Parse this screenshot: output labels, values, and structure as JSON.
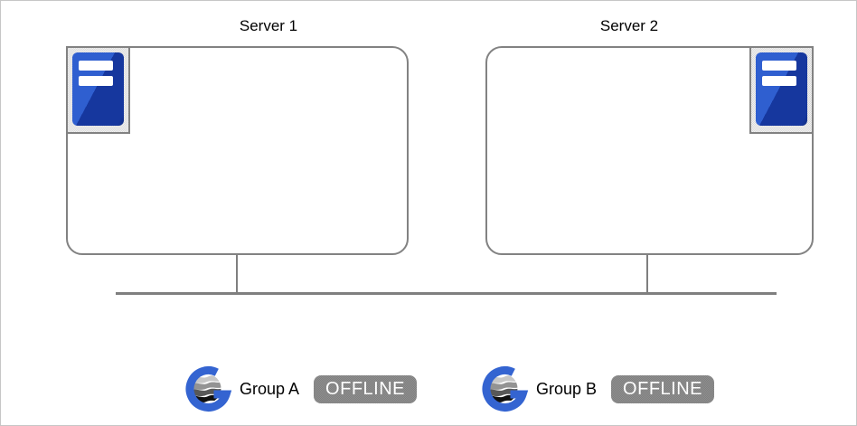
{
  "diagram": {
    "type": "cluster-status",
    "servers": [
      {
        "label": "Server 1"
      },
      {
        "label": "Server 2"
      }
    ],
    "groups": [
      {
        "label": "Group A",
        "status": "OFFLINE"
      },
      {
        "label": "Group B",
        "status": "OFFLINE"
      }
    ],
    "icons": {
      "server": "server-tower-icon",
      "group": "group-globe-g-logo"
    },
    "colors": {
      "box_border": "#828282",
      "line_gray": "#7f7f7f",
      "server_blue_light": "#2f5fd0",
      "server_blue_dark": "#16379e",
      "logo_blue": "#3464d1",
      "badge_bg": "#878787",
      "badge_text": "#ffffff",
      "canvas_border": "#c6c6c6"
    }
  }
}
